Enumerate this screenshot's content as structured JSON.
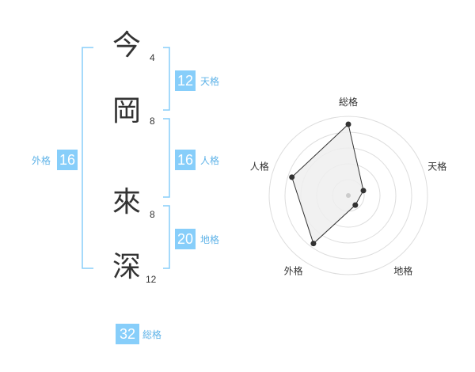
{
  "name": {
    "chars": [
      {
        "char": "今",
        "strokes": "4"
      },
      {
        "char": "岡",
        "strokes": "8"
      },
      {
        "char": "來",
        "strokes": "8"
      },
      {
        "char": "深",
        "strokes": "12"
      }
    ]
  },
  "kaku": {
    "ten": {
      "value": "12",
      "label": "天格"
    },
    "jin": {
      "value": "16",
      "label": "人格"
    },
    "chi": {
      "value": "20",
      "label": "地格"
    },
    "gai": {
      "value": "16",
      "label": "外格"
    },
    "sou": {
      "value": "32",
      "label": "総格"
    }
  },
  "colors": {
    "accent": "#87cefa",
    "bracket": "#87cefa",
    "label": "#5fb3e8",
    "fill": "#eeeeee"
  },
  "chart_data": {
    "type": "radar",
    "axes": [
      "総格",
      "天格",
      "地格",
      "外格",
      "人格"
    ],
    "values": [
      0.9,
      0.2,
      0.15,
      0.75,
      0.75
    ],
    "range": [
      0,
      1
    ],
    "rings": 5
  }
}
